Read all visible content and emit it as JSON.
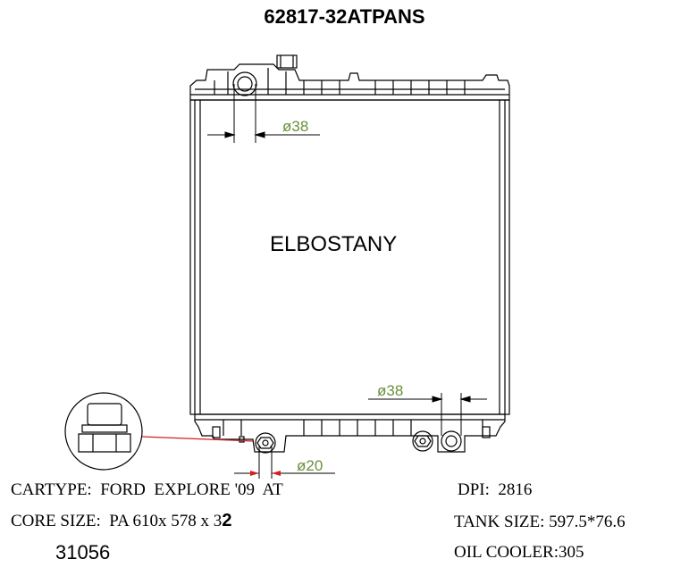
{
  "title": "62817-32ATPANS",
  "brand": "ELBOSTANY",
  "dimensions": {
    "inlet": "ø38",
    "outlet": "ø38",
    "drain": "ø20"
  },
  "specs": {
    "cartype": "CARTYPE:  FORD  EXPLORE '09  AT",
    "core_size": "CORE SIZE:  PA 610x 578 x 3",
    "core_size_tail": "2",
    "dpi": "DPI:  2816",
    "tank_size": "TANK SIZE: 597.5*76.6",
    "oil_cooler": "OIL COOLER:305",
    "part_no": "31056"
  },
  "colors": {
    "dimension": "#6a8f3a",
    "leader": "#d02020",
    "line": "#000000"
  }
}
